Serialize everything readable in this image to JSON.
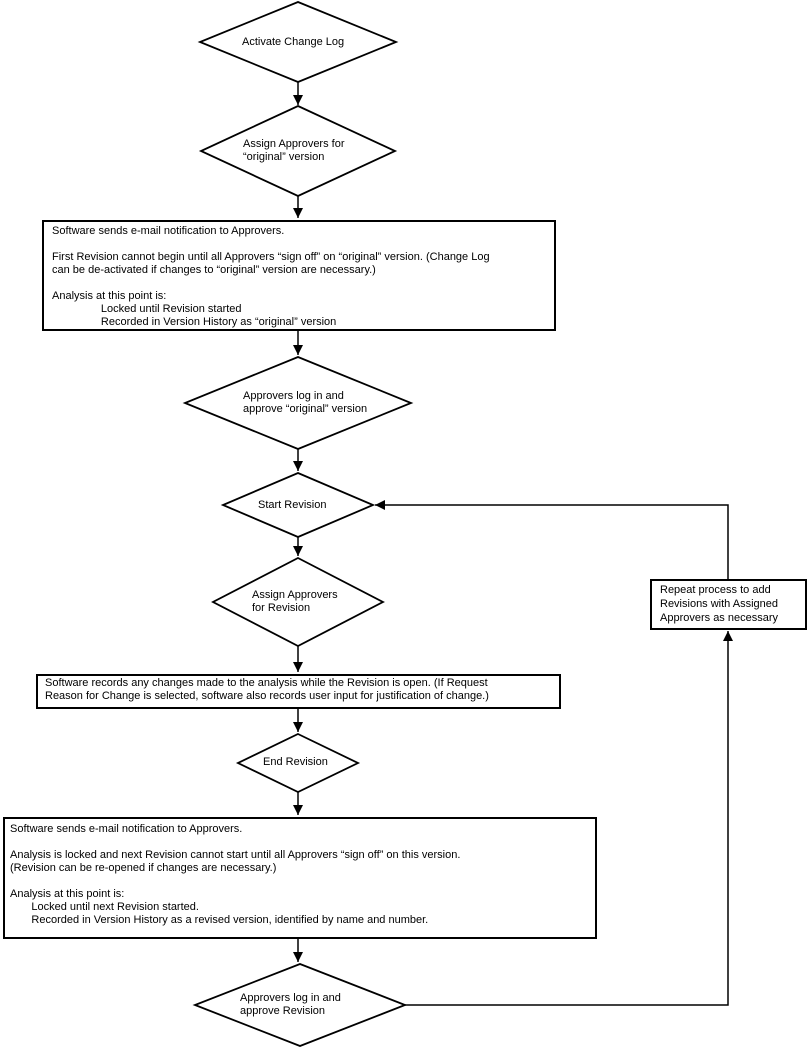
{
  "colors": {
    "line": "#000000",
    "background": "#ffffff",
    "text": "#000000"
  },
  "nodes": {
    "activate": {
      "label": "Activate Change Log"
    },
    "assign_original": {
      "label": "Assign Approvers for\n“original” version"
    },
    "notify_original": {
      "text": "Software sends e-mail notification to Approvers.\n\nFirst Revision cannot begin until all Approvers “sign off” on “original” version. (Change Log\ncan be de-activated if changes to “original” version are necessary.)\n\nAnalysis at this point is:\n                Locked until Revision started\n                Recorded in Version History as “original” version"
    },
    "approve_original": {
      "label": "Approvers log in and\napprove “original” version"
    },
    "start_revision": {
      "label": "Start Revision"
    },
    "assign_revision": {
      "label": "Assign Approvers\nfor Revision"
    },
    "records_changes": {
      "text": "Software records any changes made to the analysis while the Revision is open. (If Request\nReason for Change is selected, software also records user input for justification of change.)"
    },
    "end_revision": {
      "label": "End Revision"
    },
    "notify_revision": {
      "text": "Software sends e-mail notification to Approvers.\n\nAnalysis is locked and next Revision cannot start until all Approvers “sign off” on this version.\n(Revision can be re-opened if changes are necessary.)\n\nAnalysis at this point is:\n       Locked until next Revision started.\n       Recorded in Version History as a revised version, identified by name and number."
    },
    "approve_revision": {
      "label": "Approvers log in and\napprove Revision"
    },
    "repeat_process": {
      "text": "Repeat process to add\nRevisions with Assigned\nApprovers as necessary"
    }
  }
}
